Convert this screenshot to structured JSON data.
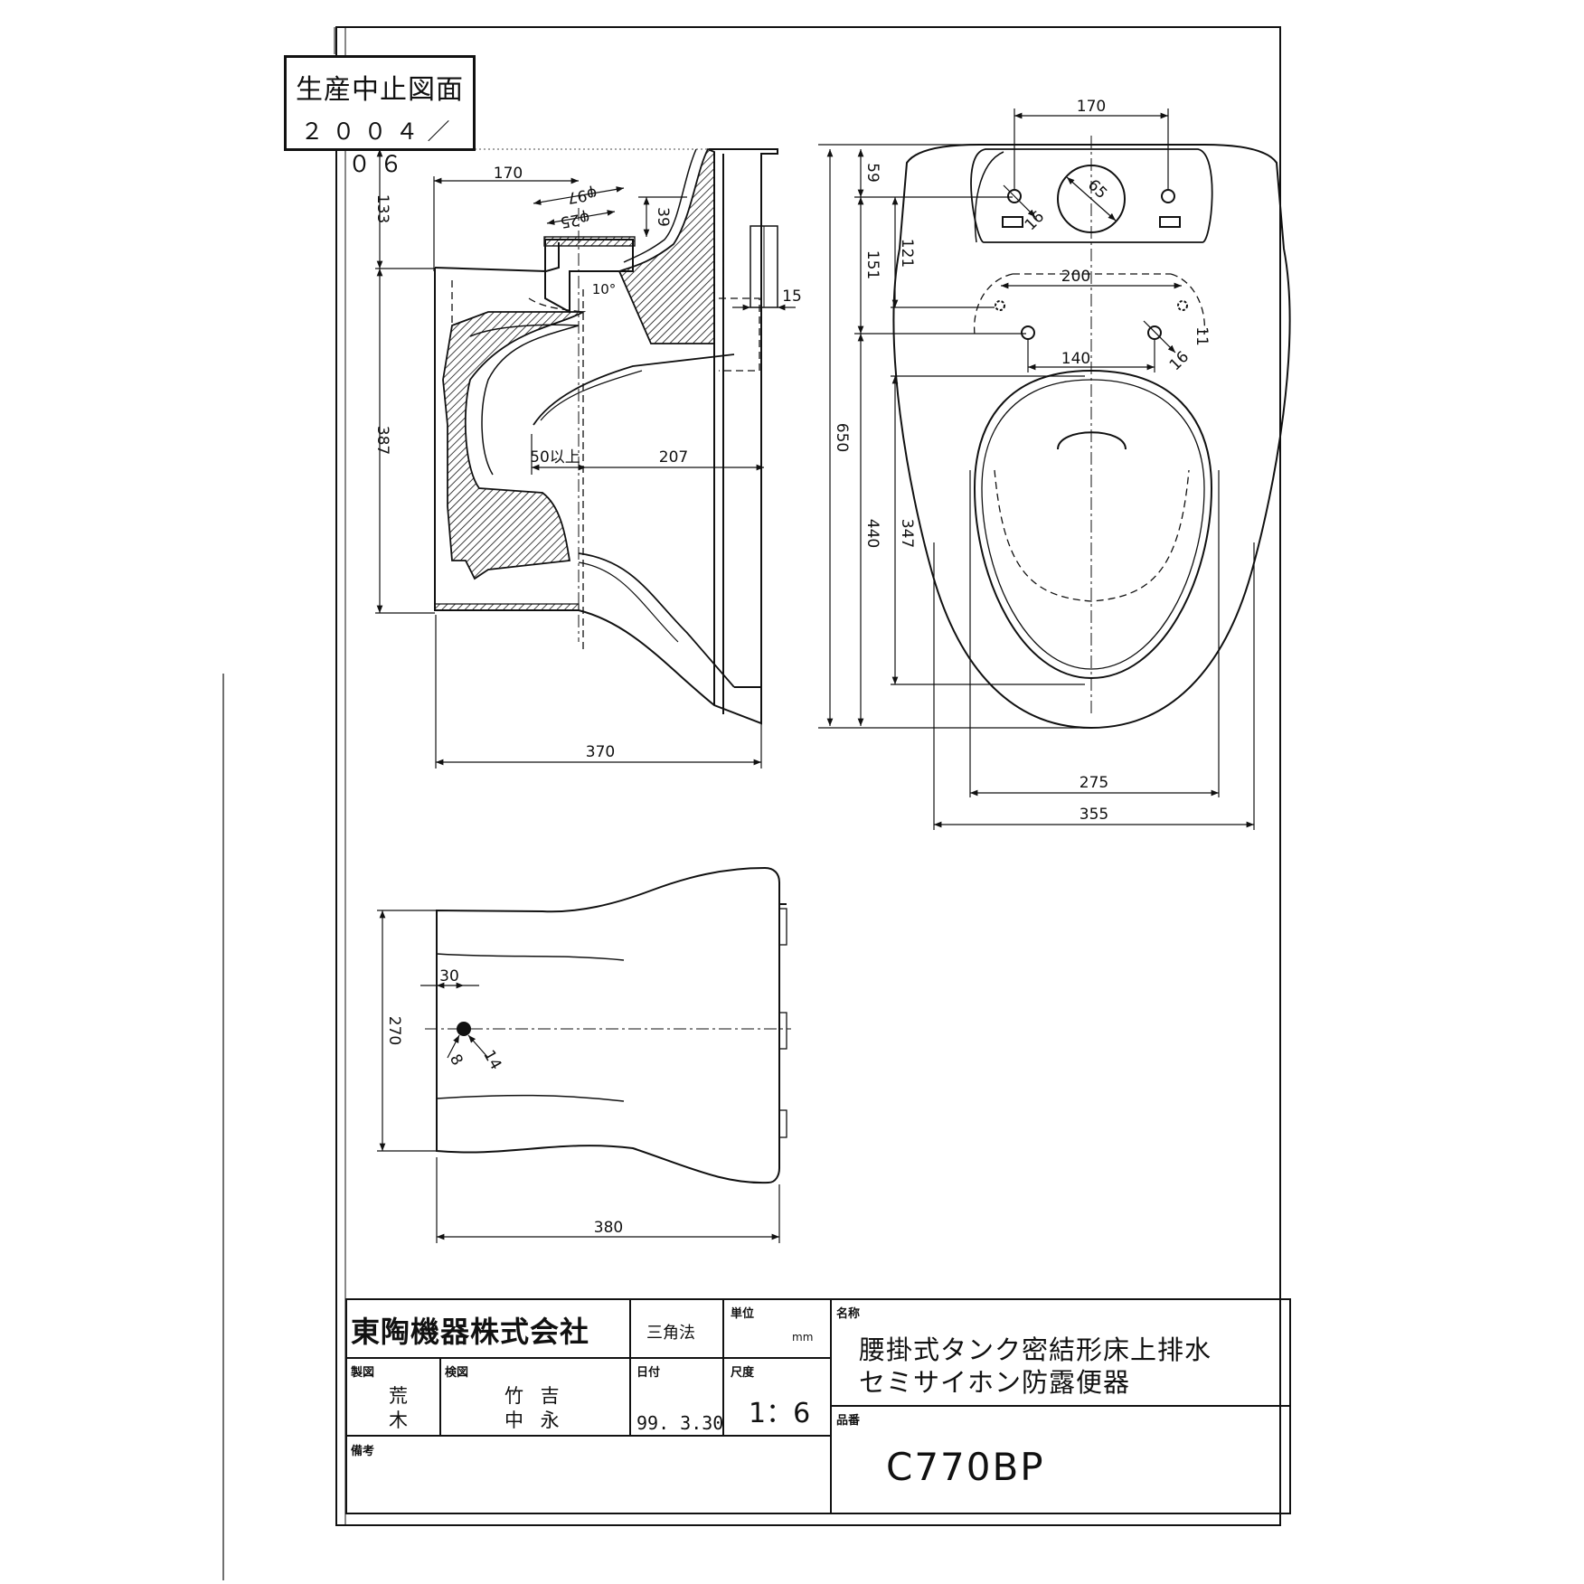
{
  "stamp": {
    "line1": "生産中止図面",
    "line2": "２００４／０６"
  },
  "side_view": {
    "dims": {
      "width_top": "170",
      "height_top": "133",
      "height_main": "387",
      "bottom_width": "370",
      "overhang": "50以上",
      "depth": "207",
      "outlet_dia_1": "φ97",
      "outlet_dia_2": "φ25",
      "outlet_height": "39",
      "angle": "10°",
      "spud": "15"
    }
  },
  "plan_view": {
    "dims": {
      "tank_bolt_span": "170",
      "inlet_dia": "65",
      "bolt_hole": "16",
      "dim_59": "59",
      "dim_151": "151",
      "dim_121": "121",
      "seat_span": "200",
      "seat_hole_pitch": "140",
      "hole_11": "11",
      "hole_16": "16",
      "total_length": "650",
      "length_440": "440",
      "length_347": "347",
      "bowl_width": "275",
      "total_width": "355"
    }
  },
  "bottom_view": {
    "dims": {
      "width": "270",
      "offset": "30",
      "hole_8": "8",
      "hole_14": "14",
      "length": "380"
    }
  },
  "title_block": {
    "company": "東陶機器株式会社",
    "projection": "三角法",
    "unit_label": "単位",
    "unit_value": "mm",
    "name_label": "名称",
    "name_line1": "腰掛式タンク密結形床上排水",
    "name_line2": "セミサイホン防露便器",
    "drawn_label": "製図",
    "drawn_by": [
      "荒",
      "木"
    ],
    "checked_label": "検図",
    "checked_by_1": "竹 吉",
    "checked_by_2": "中 永",
    "date_label": "日付",
    "date_value": "99. 3.30",
    "scale_label": "尺度",
    "scale_value": "1：6",
    "part_label": "品番",
    "part_number": "C770BP",
    "remarks_label": "備考"
  }
}
